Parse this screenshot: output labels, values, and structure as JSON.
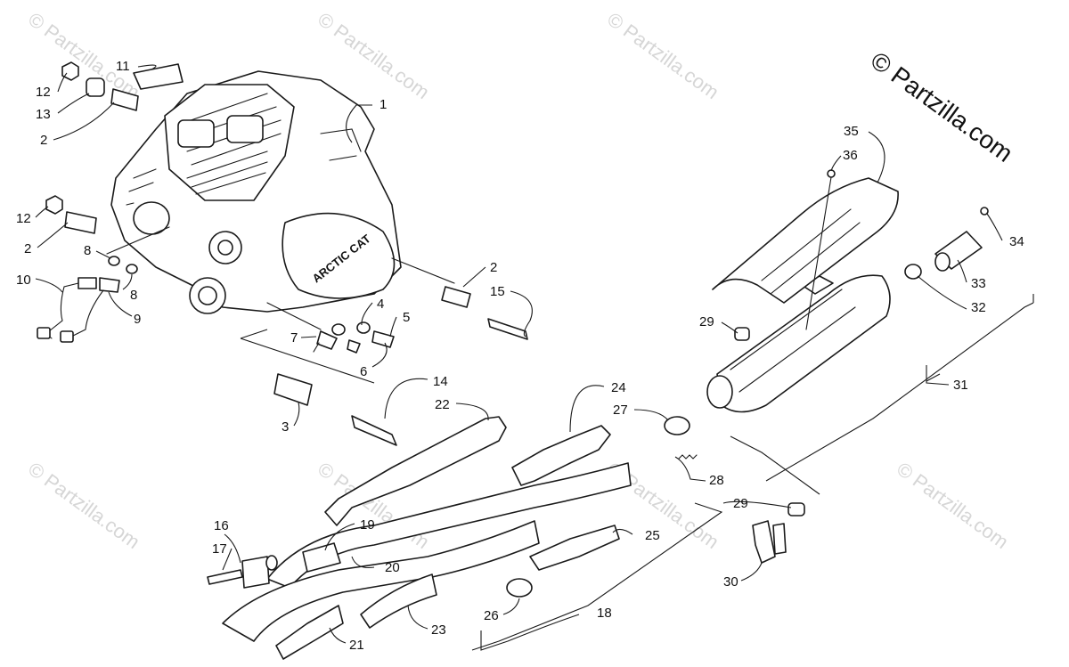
{
  "copyright": "© Partzilla.com",
  "watermark_text": "© Partzilla.com",
  "engine_brand_text": "ARCTIC CAT",
  "colors": {
    "line": "#1a1a1a",
    "watermark": "#d6d6d6",
    "background": "#ffffff"
  },
  "callouts": {
    "c1": "1",
    "c2a": "2",
    "c2b": "2",
    "c2c": "2",
    "c3": "3",
    "c4": "4",
    "c5": "5",
    "c6": "6",
    "c7": "7",
    "c8a": "8",
    "c8b": "8",
    "c9": "9",
    "c10": "10",
    "c11": "11",
    "c12a": "12",
    "c12b": "12",
    "c13": "13",
    "c14": "14",
    "c15": "15",
    "c16": "16",
    "c17": "17",
    "c18": "18",
    "c19": "19",
    "c20": "20",
    "c21": "21",
    "c22": "22",
    "c23": "23",
    "c24": "24",
    "c25": "25",
    "c26": "26",
    "c27": "27",
    "c28": "28",
    "c29a": "29",
    "c29b": "29",
    "c30": "30",
    "c31": "31",
    "c32": "32",
    "c33": "33",
    "c34": "34",
    "c35": "35",
    "c36": "36"
  }
}
